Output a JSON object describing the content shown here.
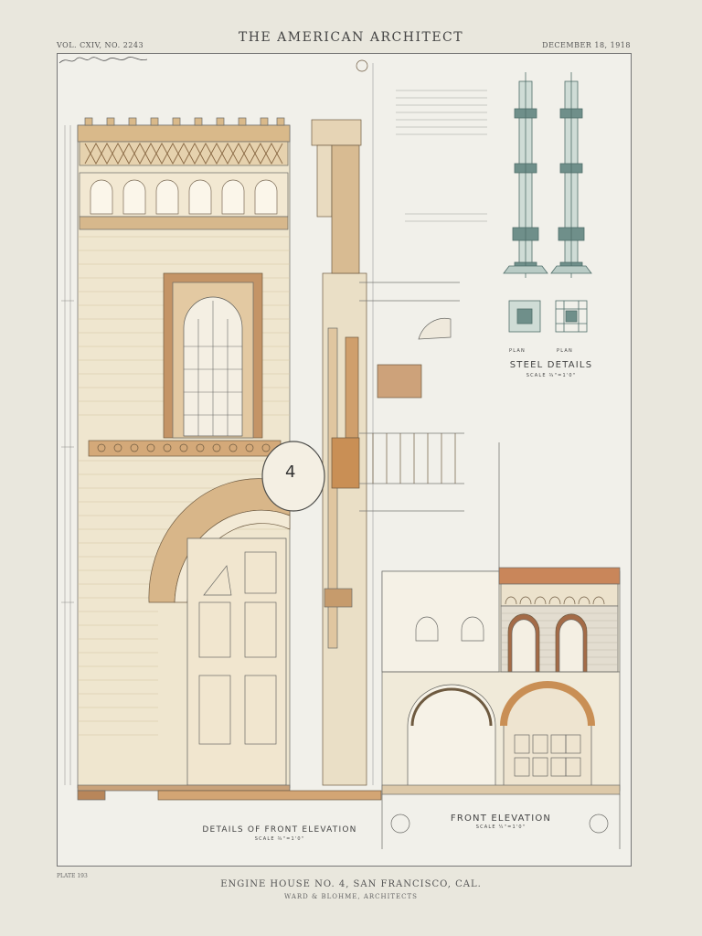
{
  "header": {
    "volume": "VOL. CXIV, NO. 2243",
    "journal": "THE AMERICAN ARCHITECT",
    "date": "DECEMBER 18, 1918"
  },
  "drawing": {
    "steel_details_label": "STEEL DETAILS",
    "steel_details_scale": "SCALE ¾\"=1'0\"",
    "plan_label_1": "PLAN",
    "plan_label_2": "PLAN",
    "details_front_elevation_label": "DETAILS OF FRONT ELEVATION",
    "details_front_elevation_scale": "SCALE ¾\"=1'0\"",
    "front_elevation_label": "FRONT ELEVATION",
    "front_elevation_scale": "SCALE ¼\"=1'0\"",
    "medallion_text": "4",
    "signature": "Ward & Blohme"
  },
  "footer": {
    "plate": "PLATE 193",
    "title": "ENGINE HOUSE NO. 4, SAN FRANCISCO, CAL.",
    "architects": "WARD & BLOHME, ARCHITECTS"
  },
  "colors": {
    "paper": "#f1f0ea",
    "sepia": "#c9a56b",
    "terracotta": "#b5784a",
    "steel": "#6f8f8a",
    "ink": "#555555"
  }
}
